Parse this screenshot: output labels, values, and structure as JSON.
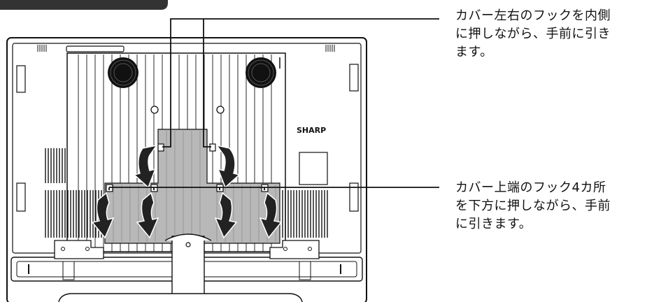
{
  "brand_logo": "SHARP",
  "callouts": {
    "side_hooks": {
      "lines": [
        "カバー左右のフックを内側",
        "に押しながら、手前に引き",
        "ます。"
      ]
    },
    "top_hooks": {
      "lines": [
        "カバー上端のフック4カ所",
        "を下方に押しながら、手前",
        "に引きます。"
      ]
    }
  },
  "colors": {
    "outline": "#111111",
    "cover_fill": "#b8b8b8",
    "header_tab": "#333333",
    "arrow_fill": "#222222"
  }
}
